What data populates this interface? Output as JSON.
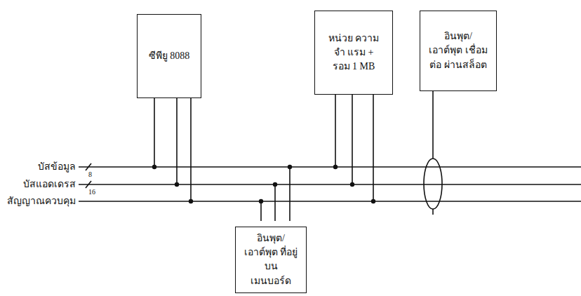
{
  "diagram": {
    "nodes": [
      {
        "text": [
          "ซีพียู 8088"
        ]
      },
      {
        "text": [
          "หน่วย ความจำ แรม + รอม 1 MB"
        ]
      },
      {
        "text": [
          "อินพุต/ เอาต์พุต เชื่อมต่อ ผ่านสล็อต"
        ]
      },
      {
        "text": [
          "อินพุต/ เอาต์พุต ที่อยู่บน เมนบอร์ด"
        ]
      }
    ],
    "labels": [
      "บัสข้อมูล",
      "8",
      "บัสแอดเดรส",
      "16",
      "สัญญาณควบคุม"
    ]
  }
}
